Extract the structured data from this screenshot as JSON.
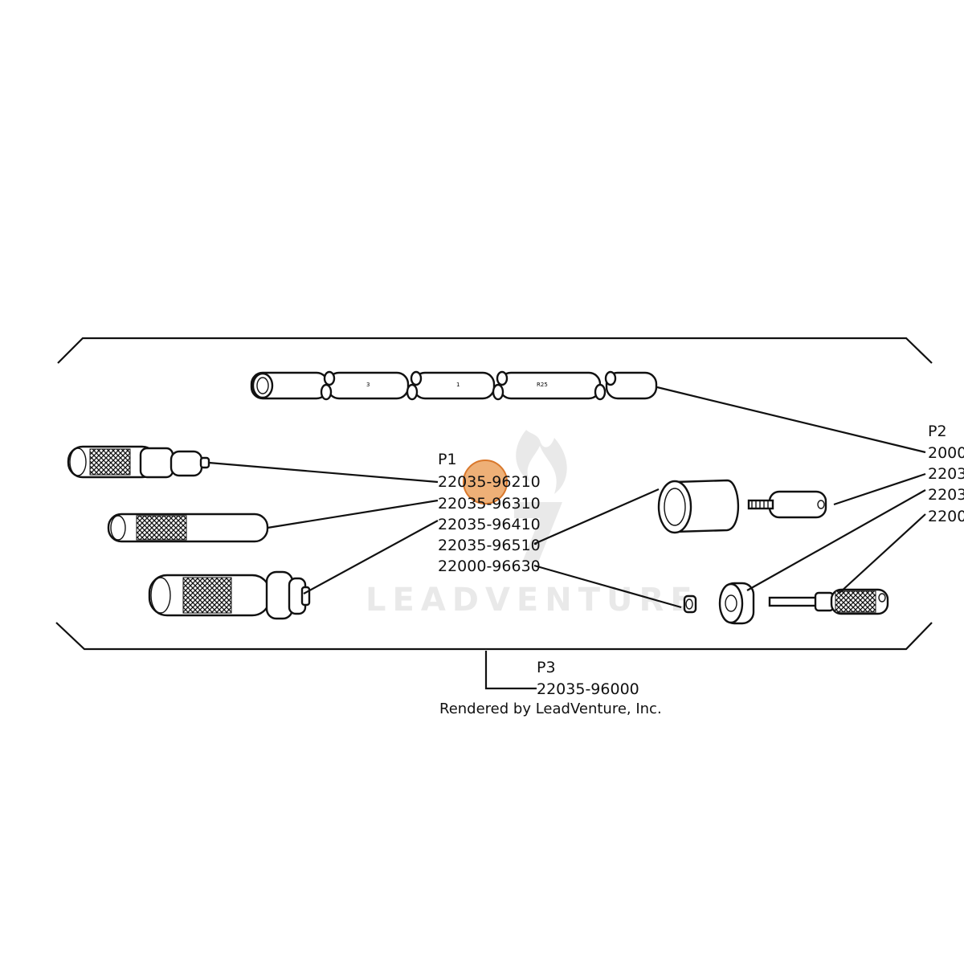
{
  "watermark": {
    "text": "LEADVENTURE"
  },
  "groups": {
    "p1": {
      "heading": "P1",
      "parts": [
        "22035-96210",
        "22035-96310",
        "22035-96410",
        "22035-96510",
        "22000-96630"
      ]
    },
    "p2": {
      "heading": "P2",
      "parts": [
        "2000",
        "2203",
        "2203",
        "2200"
      ]
    },
    "p3": {
      "heading": "P3",
      "parts": [
        "22035-96000"
      ]
    }
  },
  "credit": "Rendered by LeadVenture, Inc.",
  "tube_markings": [
    "3",
    "1",
    "R25"
  ],
  "highlight": {
    "color": "#e8964a",
    "target": "22035-96210"
  },
  "colors": {
    "ink": "#111111",
    "watermark": "#d8d8d8",
    "background": "#ffffff"
  }
}
